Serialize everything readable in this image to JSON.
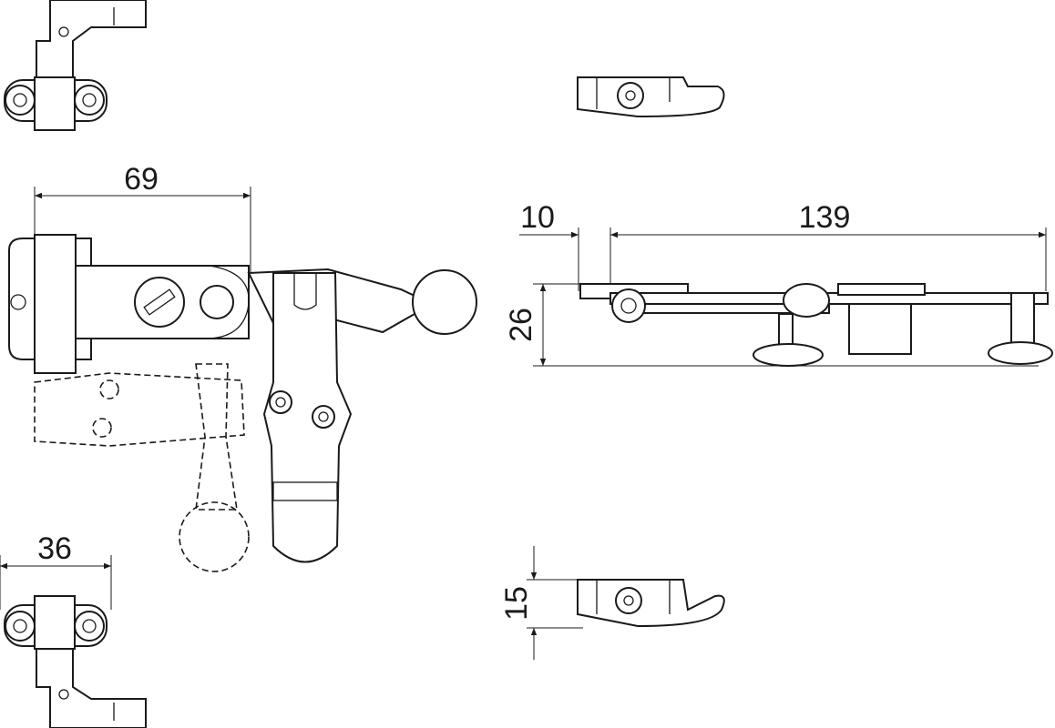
{
  "drawing": {
    "dimensions": {
      "width_top_view": "69",
      "offset_side": "10",
      "length_side": "139",
      "height_side": "26",
      "width_end_view": "36",
      "height_hook": "15"
    },
    "line_color": "#1a1a1a",
    "background": "#ffffff"
  }
}
